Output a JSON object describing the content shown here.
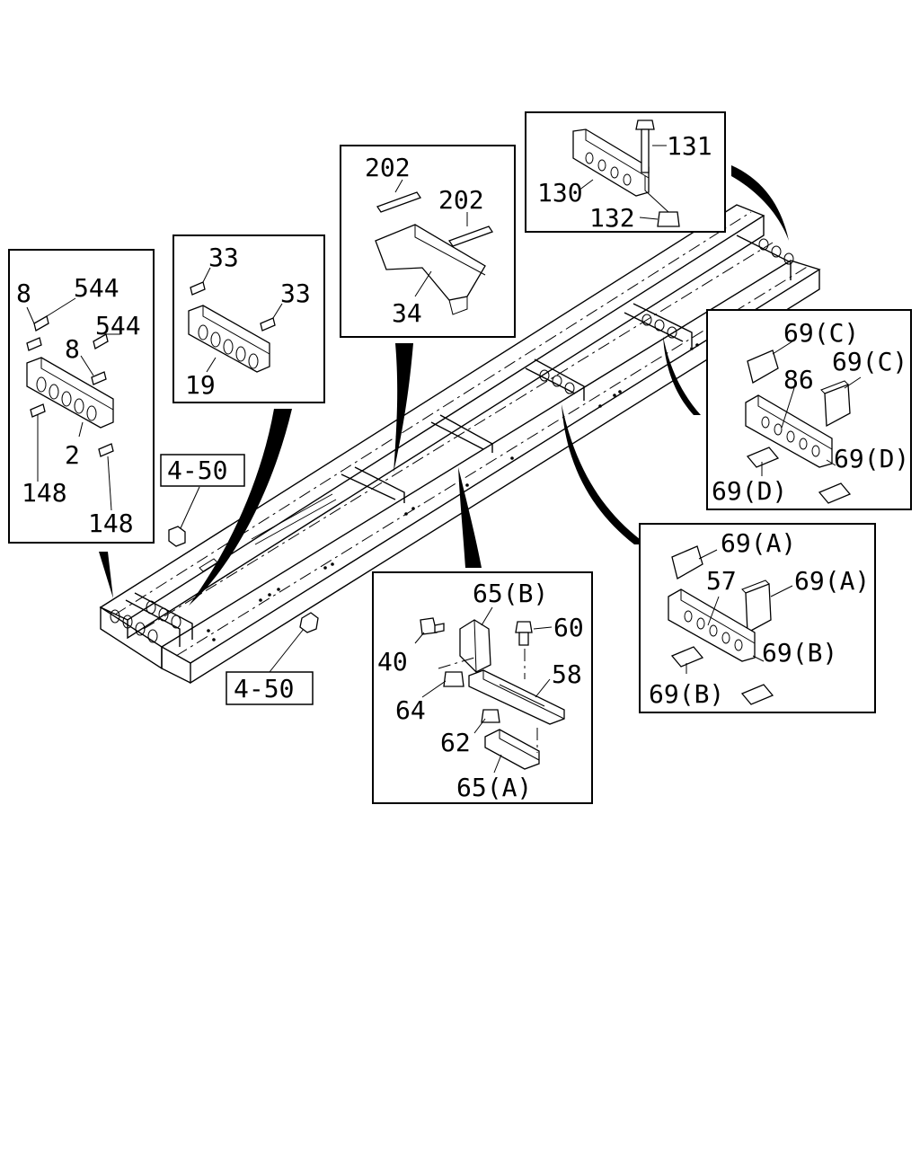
{
  "box_lower_crossmember": {
    "labels": [
      "8",
      "544",
      "544",
      "8",
      "2",
      "148",
      "148"
    ]
  },
  "box_crossmember_19": {
    "labels": [
      "33",
      "33",
      "19"
    ]
  },
  "box_crossmember_34": {
    "labels": [
      "202",
      "202",
      "34"
    ]
  },
  "box_rear_crossmember": {
    "labels": [
      "131",
      "130",
      "132"
    ]
  },
  "box_crossmember_86": {
    "labels": [
      "69(C)",
      "69(C)",
      "86",
      "69(D)",
      "69(D)"
    ]
  },
  "box_crossmember_57": {
    "labels": [
      "69(A)",
      "57",
      "69(A)",
      "69(B)",
      "69(B)"
    ]
  },
  "box_bracket_58": {
    "labels": [
      "65(B)",
      "60",
      "40",
      "58",
      "64",
      "62",
      "65(A)"
    ]
  },
  "refs": [
    "4-50",
    "4-50"
  ]
}
